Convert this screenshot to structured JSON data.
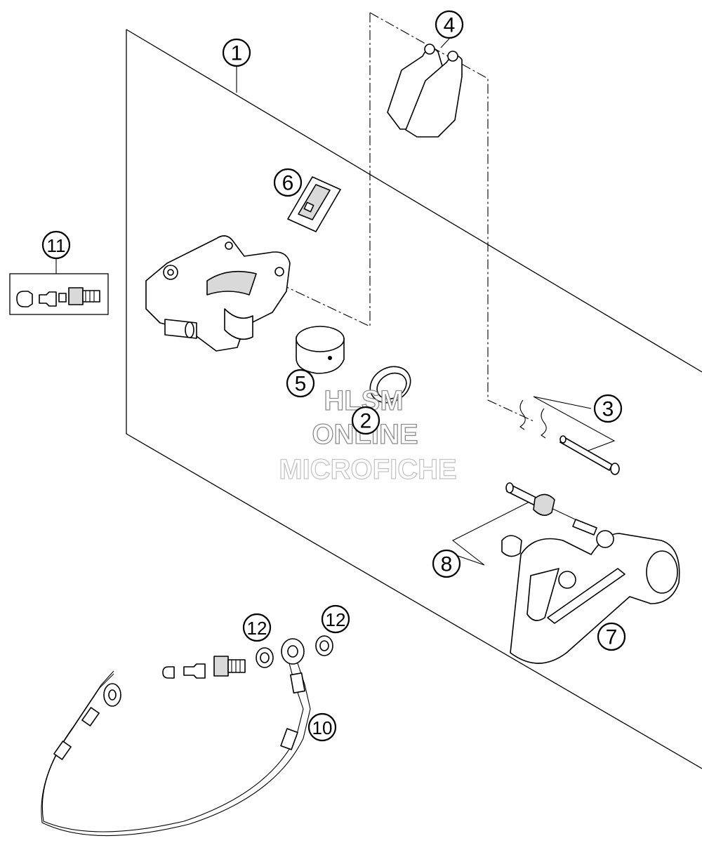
{
  "callouts": [
    {
      "id": "1",
      "label": "1"
    },
    {
      "id": "2",
      "label": "2"
    },
    {
      "id": "3",
      "label": "3"
    },
    {
      "id": "4",
      "label": "4"
    },
    {
      "id": "5",
      "label": "5"
    },
    {
      "id": "6",
      "label": "6"
    },
    {
      "id": "7",
      "label": "7"
    },
    {
      "id": "8",
      "label": "8"
    },
    {
      "id": "10",
      "label": "10"
    },
    {
      "id": "11",
      "label": "11"
    },
    {
      "id": "12a",
      "label": "12"
    },
    {
      "id": "12b",
      "label": "12"
    }
  ],
  "watermark": {
    "line1": "HLSM",
    "line2": "ONLINE",
    "line3": "MICROFICHE"
  }
}
